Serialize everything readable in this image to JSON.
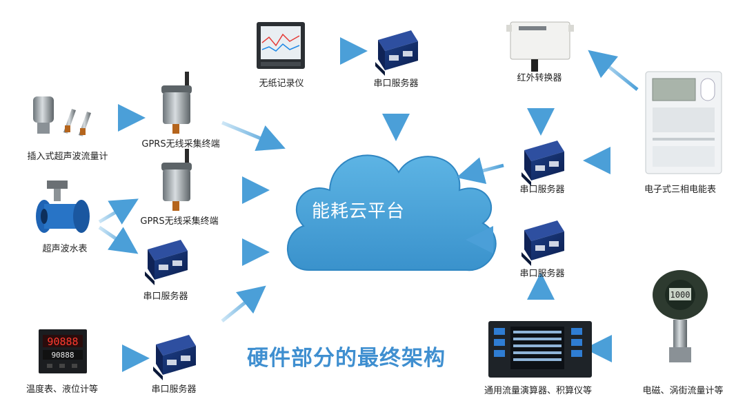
{
  "diagram": {
    "cloud_label": "能耗云平台",
    "title": "硬件部分的最终架构",
    "labels": {
      "insertion_flowmeter": "插入式超声波流量计",
      "gprs_terminal_1": "GPRS无线采集终端",
      "gprs_terminal_2": "GPRS无线采集终端",
      "ultrasonic_water_meter": "超声波水表",
      "serial_server_left_mid": "串口服务器",
      "temp_level_meters": "温度表、液位计等",
      "serial_server_left_bottom": "串口服务器",
      "paperless_recorder": "无纸记录仪",
      "serial_server_top": "串口服务器",
      "infrared_converter": "红外转换器",
      "serial_server_right_top": "串口服务器",
      "electronic_meter": "电子式三相电能表",
      "serial_server_right_mid": "串口服务器",
      "flow_calculator": "通用流量演算器、积算仪等",
      "em_vortex_flowmeter": "电磁、涡街流量计等"
    },
    "device_screen_text": {
      "temp_meter_top": "90888",
      "temp_meter_bottom": "90888",
      "transmitter_display": "1000"
    },
    "colors": {
      "arrow": "#5aa9dc",
      "cloud": "#4aa3d8",
      "title": "#3f8fd0"
    }
  }
}
